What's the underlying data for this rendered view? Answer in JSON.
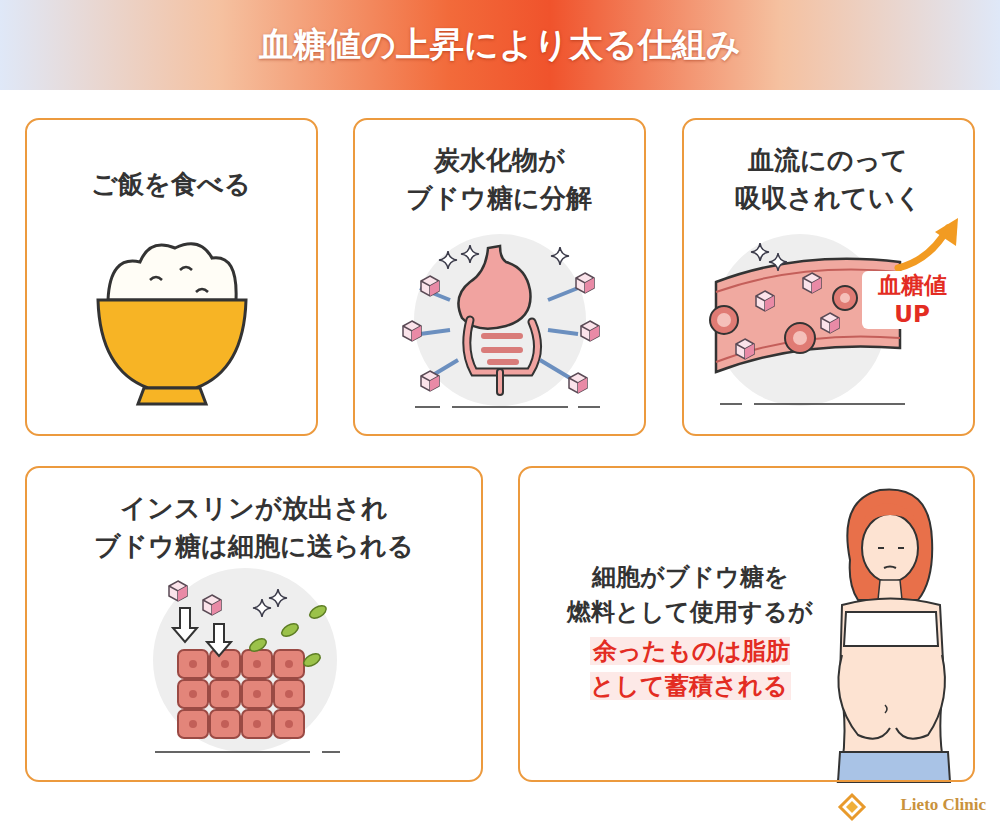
{
  "diagram": {
    "title": "血糖値の上昇により太る仕組み",
    "nodes": [
      {
        "text": [
          "ご飯を食べる"
        ]
      },
      {
        "text": [
          "炭水化物が ブドウ糖に分解"
        ]
      },
      {
        "text": [
          "血流にのって 吸収されていく",
          "血糖値 UP"
        ]
      },
      {
        "text": [
          "インスリンが放出され ブドウ糖は細胞に送られる"
        ]
      },
      {
        "text": [
          "細胞がブドウ糖を 燃料として使用するが",
          "余ったものは脂肪 として蓄積される"
        ]
      }
    ],
    "labels": [
      "Lieto Clinic"
    ]
  }
}
